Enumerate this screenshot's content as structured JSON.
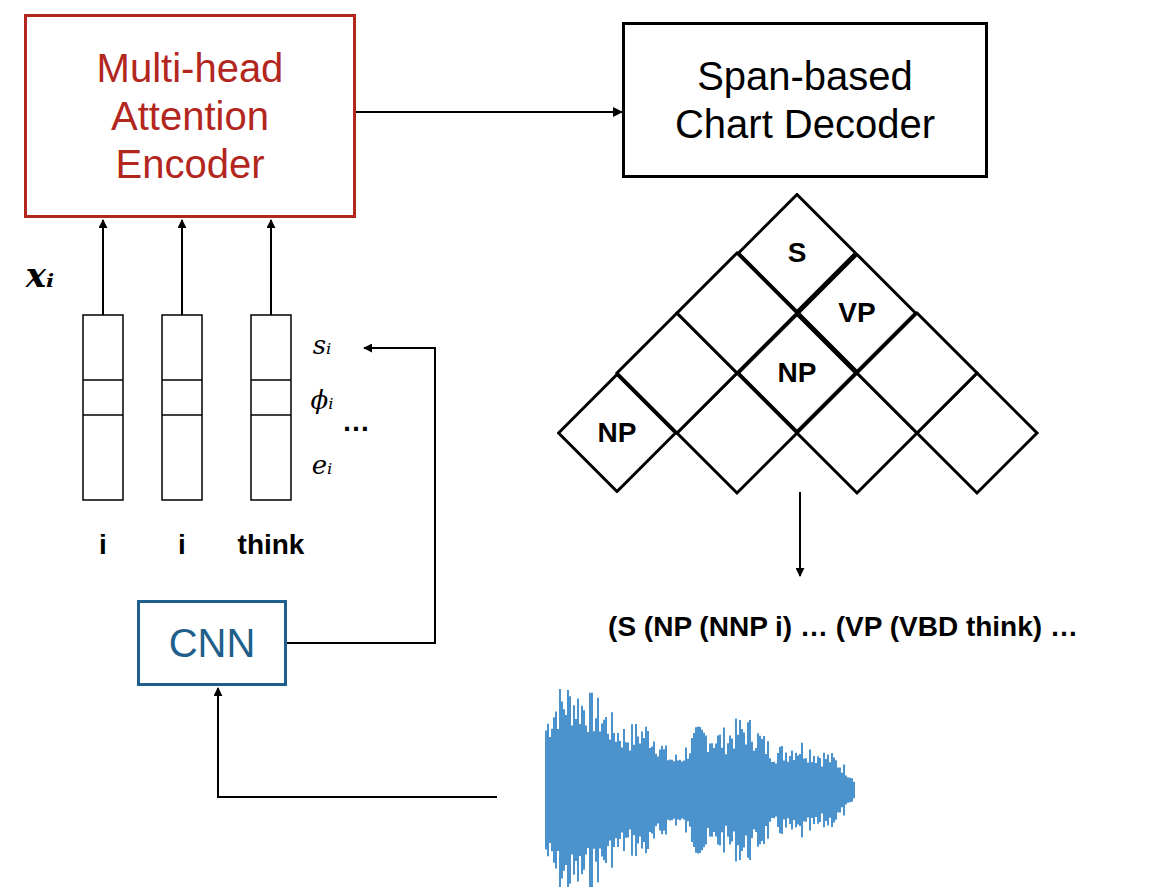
{
  "diagram": {
    "nodes": [
      {
        "text": [
          "Multi-head Attention Encoder"
        ]
      },
      {
        "text": [
          "Span-based Chart Decoder"
        ]
      },
      {
        "text": [
          "S"
        ]
      },
      {
        "text": [
          "VP"
        ]
      },
      {
        "text": [
          "NP"
        ]
      },
      {
        "text": [
          "NP"
        ]
      },
      {
        "text": [
          "CNN"
        ]
      }
    ],
    "edges": [
      {
        "from": 0,
        "to": 1,
        "arrow": "to"
      }
    ],
    "labels": [
      "xᵢ",
      "sᵢ",
      "ϕᵢ",
      "…",
      "eᵢ",
      "i",
      "i",
      "think",
      "(S (NP (NNP i) … (VP (VBD think) …"
    ]
  }
}
